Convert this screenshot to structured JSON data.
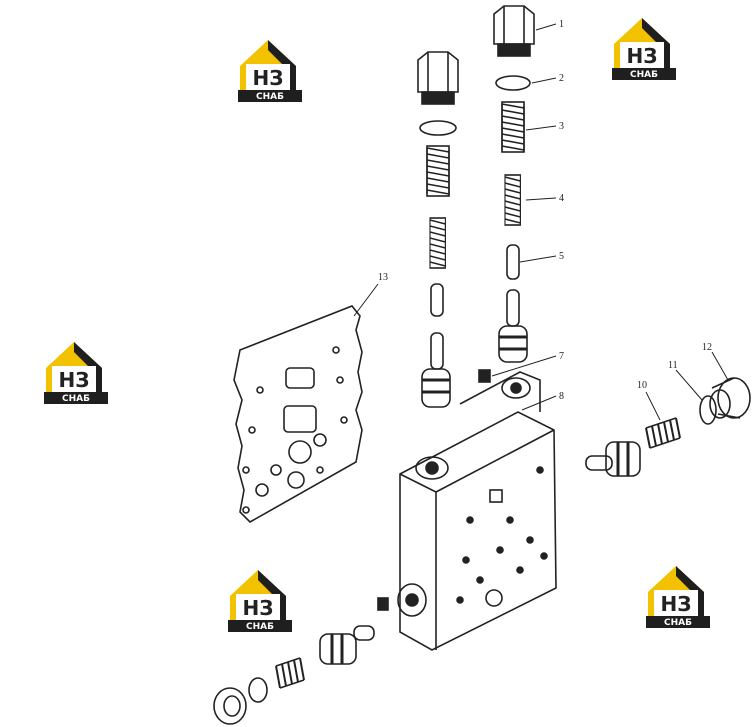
{
  "callouts": [
    "1",
    "2",
    "3",
    "4",
    "5",
    "7",
    "8",
    "10",
    "11",
    "12",
    "13"
  ],
  "watermark": {
    "mark": "НЗ",
    "caption": "СНАБ"
  },
  "colors": {
    "logo_yellow": "#f2c200",
    "logo_dark": "#1f1f1f",
    "line": "#222222"
  }
}
